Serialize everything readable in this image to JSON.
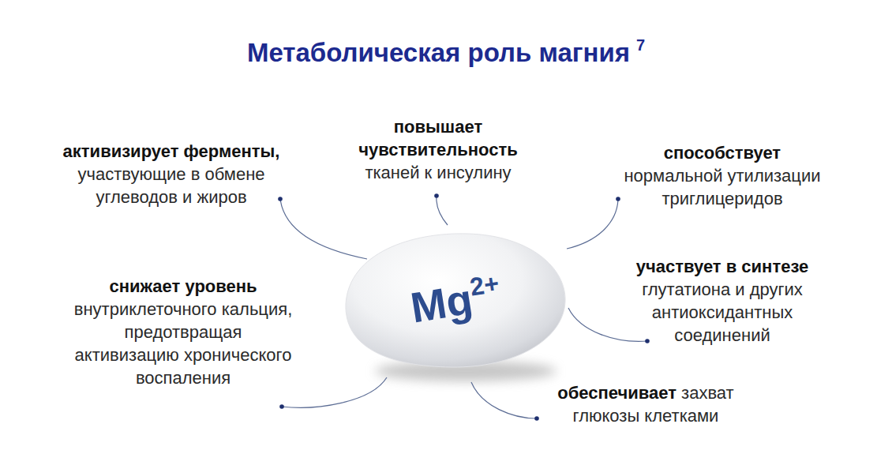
{
  "diagram": {
    "title": "Метаболическая роль магния",
    "nodes": [
      {
        "text": [
          "Mg",
          "2+"
        ]
      }
    ],
    "labels": [
      "7",
      "активизирует ферменты,",
      "участвующие в обмене углеводов и жиров",
      "повышает чувствительность",
      "тканей к инсулину",
      "способствует",
      "нормальной утилизации триглицеридов",
      "снижает уровень",
      "внутриклеточного кальция, предотвращая активизацию хронического воспаления",
      "участвует в синтезе",
      "глутатиона и других антиоксидантных соединений",
      "обеспечивает",
      "захват глюкозы клетками"
    ]
  }
}
